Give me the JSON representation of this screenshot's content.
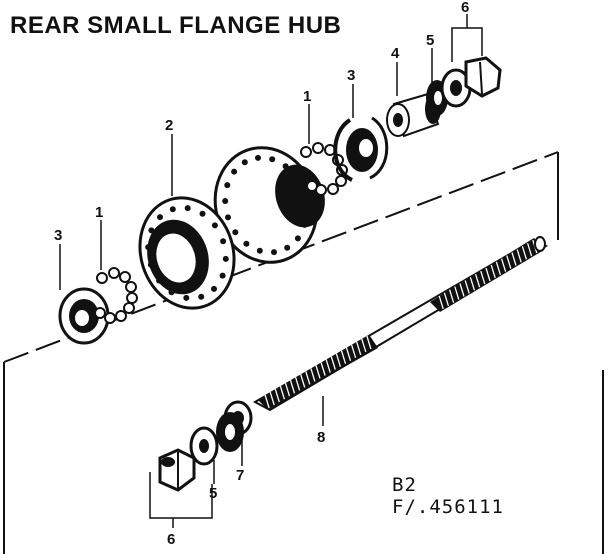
{
  "title": "REAR SMALL FLANGE HUB",
  "figure": {
    "code": "B2",
    "number": "F/.456111"
  },
  "callouts": {
    "ball_bearing_right": "1",
    "ball_bearing_left": "1",
    "hub_shell": "2",
    "cone_right": "3",
    "cone_left": "3",
    "spacer": "4",
    "washer_top": "5",
    "washer_bottom": "5",
    "locknut_top": "6",
    "locknut_bottom": "6",
    "dust_cap": "7",
    "axle": "8"
  }
}
